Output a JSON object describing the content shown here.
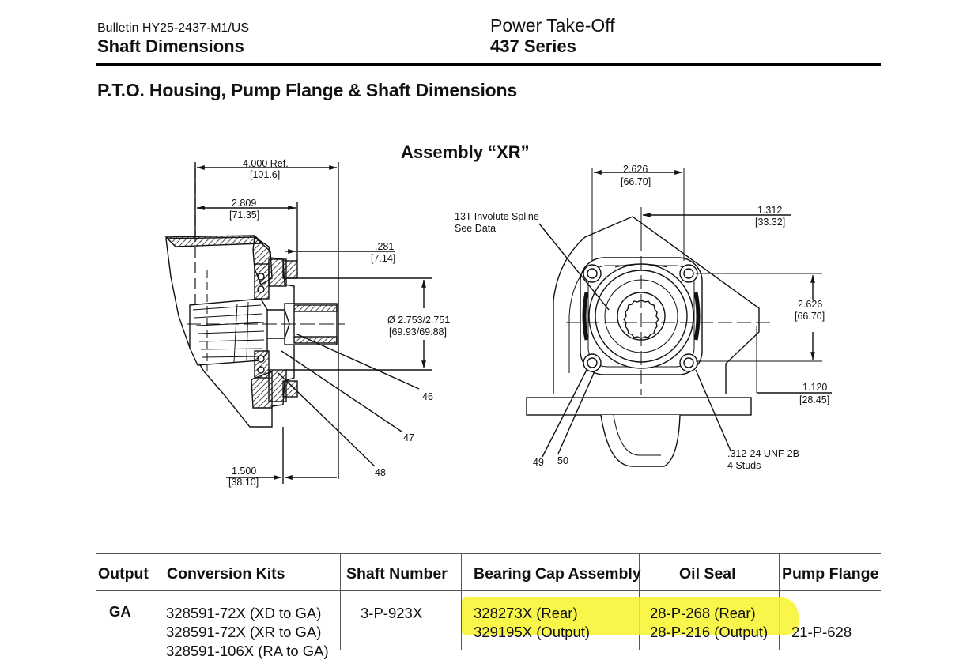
{
  "header": {
    "bulletin": "Bulletin HY25-2437-M1/US",
    "section": "Shaft Dimensions",
    "product": "Power Take-Off",
    "series": "437 Series"
  },
  "page_title": "P.T.O. Housing, Pump Flange & Shaft Dimensions",
  "drawing": {
    "assembly_title": "Assembly “XR”",
    "side_view": {
      "dim_overall": "4.000 Ref.",
      "dim_overall_mm": "[101.6]",
      "dim_face": "2.809",
      "dim_face_mm": "[71.35]",
      "dim_pilot": ".281",
      "dim_pilot_mm": "[7.14]",
      "dim_dia": "Ø 2.753/2.751",
      "dim_dia_mm": "[69.93/69.88]",
      "dim_bottom": "1.500",
      "dim_bottom_mm": "[38.10]",
      "callout_46": "46",
      "callout_47": "47",
      "callout_48": "48"
    },
    "front_view": {
      "dim_width": "2.626",
      "dim_width_mm": "[66.70]",
      "dim_half": "1.312",
      "dim_half_mm": "[33.32]",
      "dim_height": "2.626",
      "dim_height_mm": "[66.70]",
      "dim_offset": "1.120",
      "dim_offset_mm": "[28.45]",
      "spline_line1": "13T Involute Spline",
      "spline_line2": "See Data",
      "studs_line1": ".312-24 UNF-2B",
      "studs_line2": "4 Studs",
      "callout_49": "49",
      "callout_50": "50"
    }
  },
  "table": {
    "headers": [
      "Output",
      "Conversion Kits",
      "Shaft Number",
      "Bearing Cap Assembly",
      "Oil Seal",
      "Pump Flange"
    ],
    "row": {
      "output": "GA",
      "kits": [
        "328591-72X (XD to GA)",
        "328591-72X (XR to GA)",
        "328591-106X (RA to GA)"
      ],
      "shaft": "3-P-923X",
      "bearing_cap": [
        "328273X (Rear)",
        "329195X (Output)"
      ],
      "oil_seal": [
        "28-P-268 (Rear)",
        "28-P-216 (Output)"
      ],
      "pump_flange": "21-P-628"
    },
    "highlight_color": "#f7f42a"
  }
}
